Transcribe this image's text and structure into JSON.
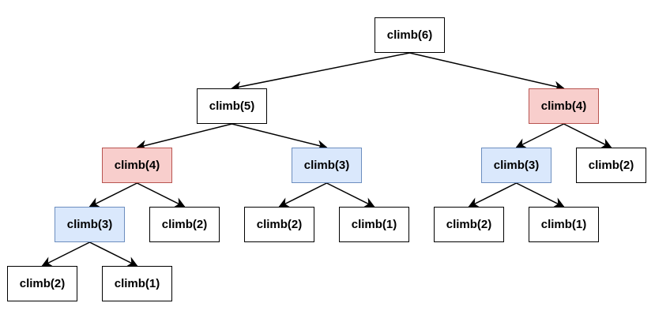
{
  "nodes": [
    {
      "id": "n6",
      "label": "climb(6)",
      "style": "plain"
    },
    {
      "id": "n5",
      "label": "climb(5)",
      "style": "plain"
    },
    {
      "id": "n4r",
      "label": "climb(4)",
      "style": "red"
    },
    {
      "id": "n4l",
      "label": "climb(4)",
      "style": "red"
    },
    {
      "id": "n3m",
      "label": "climb(3)",
      "style": "blue"
    },
    {
      "id": "n3r",
      "label": "climb(3)",
      "style": "blue"
    },
    {
      "id": "n2r",
      "label": "climb(2)",
      "style": "plain"
    },
    {
      "id": "n3l",
      "label": "climb(3)",
      "style": "blue"
    },
    {
      "id": "n2a",
      "label": "climb(2)",
      "style": "plain"
    },
    {
      "id": "n2b",
      "label": "climb(2)",
      "style": "plain"
    },
    {
      "id": "n1b",
      "label": "climb(1)",
      "style": "plain"
    },
    {
      "id": "n2c",
      "label": "climb(2)",
      "style": "plain"
    },
    {
      "id": "n1c",
      "label": "climb(1)",
      "style": "plain"
    },
    {
      "id": "n2d",
      "label": "climb(2)",
      "style": "plain"
    },
    {
      "id": "n1d",
      "label": "climb(1)",
      "style": "plain"
    }
  ],
  "edges": [
    [
      "n6",
      "n5"
    ],
    [
      "n6",
      "n4r"
    ],
    [
      "n5",
      "n4l"
    ],
    [
      "n5",
      "n3m"
    ],
    [
      "n4r",
      "n3r"
    ],
    [
      "n4r",
      "n2r"
    ],
    [
      "n4l",
      "n3l"
    ],
    [
      "n4l",
      "n2a"
    ],
    [
      "n3m",
      "n2b"
    ],
    [
      "n3m",
      "n1b"
    ],
    [
      "n3r",
      "n2c"
    ],
    [
      "n3r",
      "n1c"
    ],
    [
      "n3l",
      "n2d"
    ],
    [
      "n3l",
      "n1d"
    ]
  ],
  "colors": {
    "red_fill": "#f8cecc",
    "red_border": "#b85450",
    "blue_fill": "#dae8fc",
    "blue_border": "#6c8ebf"
  }
}
